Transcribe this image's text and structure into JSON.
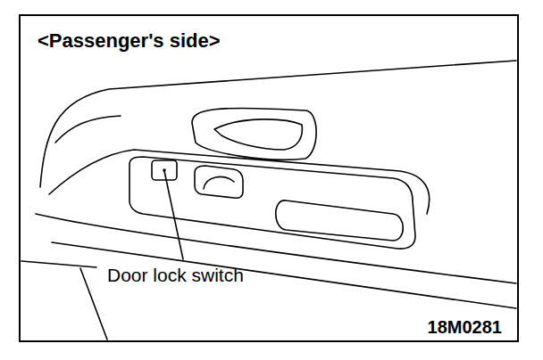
{
  "diagram": {
    "title": "<Passenger's side>",
    "labels": [
      "Door lock switch",
      "18M0281"
    ]
  }
}
